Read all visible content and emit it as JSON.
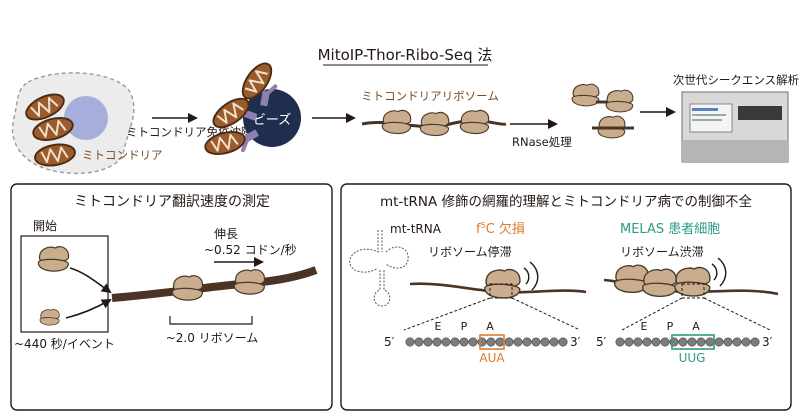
{
  "title": "MitoIP-Thor-Ribo-Seq 法",
  "workflow": {
    "mito_label": "ミトコンドリア",
    "ip_label": "ミトコンドリア免疫沈降",
    "beads_label": "ビーズ",
    "mitoribosome_label": "ミトコンドリアリボソーム",
    "rnase_label": "RNase処理",
    "ngs_label": "次世代シークエンス解析"
  },
  "left_panel": {
    "title": "ミトコンドリア翻訳速度の測定",
    "start_label": "開始",
    "initiation_rate": "~440 秒/イベント",
    "elongation_label": "伸長",
    "elongation_rate": "~0.52 コドン/秒",
    "ribosome_spacing": "~2.0 リボソーム"
  },
  "right_panel": {
    "title": "mt-tRNA 修飾の網羅的理解とミトコンドリア病での制御不全",
    "trna_label": "mt-tRNA",
    "f5c_prefix": "f",
    "f5c_superscript": "5",
    "f5c_suffix": "C 欠損",
    "stall_label": "リボソーム停滞",
    "melas_label": "MELAS 患者細胞",
    "jam_label": "リボソーム渋滞",
    "site_e": "E",
    "site_p": "P",
    "site_a": "A",
    "five_prime": "5′",
    "three_prime": "3′",
    "codon_left": "AUA",
    "codon_right": "UUG"
  },
  "colors": {
    "ribosome": "#c9ad8c",
    "ribosome_stroke": "#4a3a2e",
    "mrna": "#4a3426",
    "beads": "#1f2d4e",
    "antibody": "#8e7fb0",
    "mito": "#9a5b2d",
    "nucleus": "#a7aedb",
    "orange": "#e07b2a",
    "teal": "#2d9b84"
  }
}
